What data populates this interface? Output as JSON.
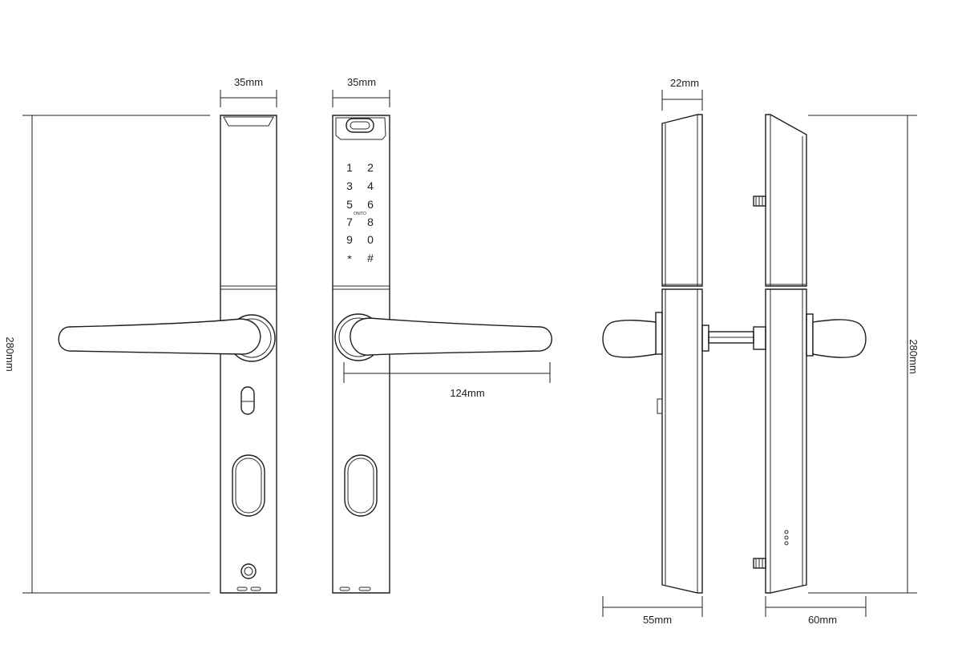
{
  "dimensions": {
    "front_width": "35mm",
    "keypad_width": "35mm",
    "height_left": "280mm",
    "handle_length": "124mm",
    "side_top_depth": "22mm",
    "side_left_depth": "55mm",
    "side_right_depth": "60mm",
    "height_right": "280mm"
  },
  "keypad": {
    "keys": [
      "1",
      "2",
      "3",
      "4",
      "5",
      "6",
      "7",
      "8",
      "9",
      "0",
      "*",
      "#"
    ],
    "small_label": "ON/TO"
  },
  "colors": {
    "line": "#1e1e1e",
    "background": "#ffffff"
  }
}
